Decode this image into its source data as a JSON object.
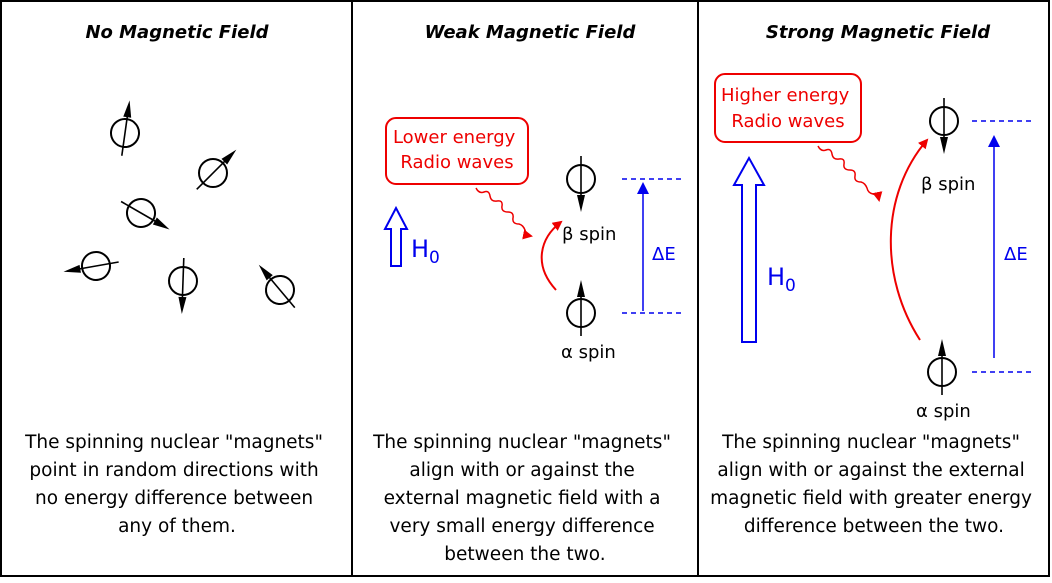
{
  "panels": [
    {
      "title": "No Magnetic Field",
      "caption": [
        "The spinning nuclear \"magnets\"",
        "point in random directions with",
        "no energy difference between",
        "any of them."
      ]
    },
    {
      "title": "Weak Magnetic Field",
      "box_lines": [
        "Lower energy",
        "Radio waves"
      ],
      "field_label": "H",
      "field_subscript": "0",
      "beta_label": "β spin",
      "alpha_label": "α spin",
      "delta_label": "ΔE",
      "caption": [
        "The spinning nuclear \"magnets\"",
        "align with or against the",
        "external magnetic field with a",
        "very small energy difference",
        "between the two."
      ]
    },
    {
      "title": "Strong Magnetic Field",
      "box_lines": [
        "Higher energy",
        "Radio waves"
      ],
      "field_label": "H",
      "field_subscript": "0",
      "beta_label": "β spin",
      "alpha_label": "α spin",
      "delta_label": "ΔE",
      "caption": [
        "The spinning nuclear \"magnets\"",
        "align with or against the external",
        "magnetic field with greater energy",
        "difference between the two."
      ]
    }
  ],
  "colors": {
    "field_arrow": "#0000ee",
    "radio_box": "#ee0000",
    "transition_arrow": "#ee0000",
    "energy_gap": "#0000ee",
    "nucleus": "#000000"
  },
  "icons": [
    "nucleus-spin-icon",
    "field-arrow-icon",
    "wavy-arrow-icon"
  ]
}
